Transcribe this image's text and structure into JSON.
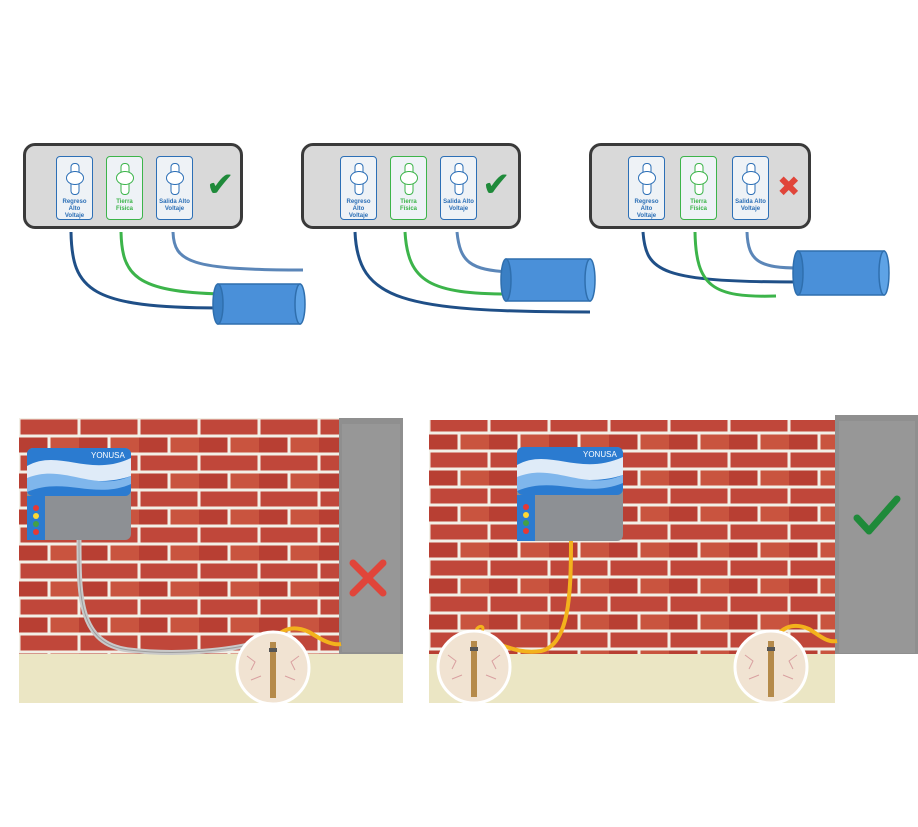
{
  "colors": {
    "check": "#1f8a3a",
    "cross": "#e0453a",
    "high_voltage_wire": "#1f4f87",
    "ground_wire": "#3cb44a",
    "return_wire": "#5b86b8",
    "rod": "#4a90d9",
    "brick": "#c0473a",
    "mortar": "#f2efe6",
    "ground": "#ebe6c4",
    "wall": "#8f8f8f",
    "cable_yellow": "#f3b21c"
  },
  "panels": [
    {
      "terminals": [
        {
          "label_line1": "Regreso Alto",
          "label_line2": "Voltaje"
        },
        {
          "label_line1": "Tierra",
          "label_line2": "Física"
        },
        {
          "label_line1": "Salida Alto",
          "label_line2": "Voltaje"
        }
      ],
      "status_icon": "check-icon",
      "status": "correct"
    },
    {
      "terminals": [
        {
          "label_line1": "Regreso Alto",
          "label_line2": "Voltaje"
        },
        {
          "label_line1": "Tierra",
          "label_line2": "Física"
        },
        {
          "label_line1": "Salida Alto",
          "label_line2": "Voltaje"
        }
      ],
      "status_icon": "check-icon",
      "status": "correct"
    },
    {
      "terminals": [
        {
          "label_line1": "Regreso Alto",
          "label_line2": "Voltaje"
        },
        {
          "label_line1": "Tierra",
          "label_line2": "Física"
        },
        {
          "label_line1": "Salida Alto",
          "label_line2": "Voltaje"
        }
      ],
      "status_icon": "cross-icon",
      "status": "incorrect"
    }
  ],
  "scenes": [
    {
      "device_brand": "YONUSA",
      "status_icon": "cross-icon",
      "status": "incorrect"
    },
    {
      "device_brand": "YONUSA",
      "status_icon": "check-icon",
      "status": "correct"
    }
  ],
  "marks": {
    "check": "✔",
    "cross": "✖"
  }
}
